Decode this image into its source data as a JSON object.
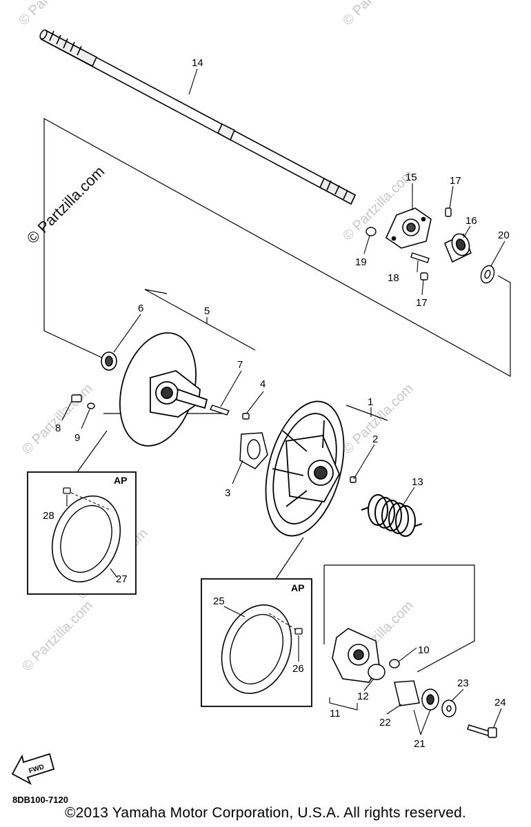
{
  "watermark": "© Partzilla.com",
  "callouts": [
    "1",
    "2",
    "3",
    "4",
    "5",
    "6",
    "7",
    "8",
    "9",
    "10",
    "11",
    "12",
    "13",
    "14",
    "15",
    "16",
    "17",
    "18",
    "19",
    "20",
    "21",
    "22",
    "23",
    "24",
    "25",
    "26",
    "27",
    "28"
  ],
  "inset_label": "AP",
  "fwd_label": "FWD",
  "diagram_code": "8DB100-7120",
  "copyright": "©2013 Yamaha Motor Corporation, U.S.A. All rights reserved."
}
